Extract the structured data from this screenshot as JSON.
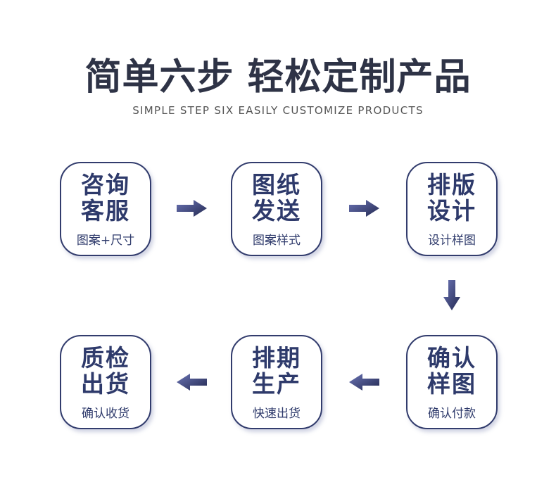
{
  "header": {
    "title": "简单六步 轻松定制产品",
    "subtitle": "SIMPLE STEP SIX EASILY CUSTOMIZE PRODUCTS"
  },
  "steps": [
    {
      "line1": "咨询",
      "line2": "客服",
      "caption": "图案+尺寸"
    },
    {
      "line1": "图纸",
      "line2": "发送",
      "caption": "图案样式"
    },
    {
      "line1": "排版",
      "line2": "设计",
      "caption": "设计样图"
    },
    {
      "line1": "确认",
      "line2": "样图",
      "caption": "确认付款"
    },
    {
      "line1": "排期",
      "line2": "生产",
      "caption": "快速出货"
    },
    {
      "line1": "质检",
      "line2": "出货",
      "caption": "确认收货"
    }
  ],
  "flow": {
    "row1_direction": "left-to-right",
    "row2_direction": "right-to-left",
    "arrows": [
      "right",
      "right",
      "down",
      "left",
      "left"
    ]
  },
  "colors": {
    "background": "#ffffff",
    "title_text": "#2e3346",
    "subtitle_text": "#545454",
    "box_border": "#323c6d",
    "box_text": "#2e3a6b",
    "arrow_gradient_start": "#6b74b5",
    "arrow_gradient_end": "#232951"
  }
}
